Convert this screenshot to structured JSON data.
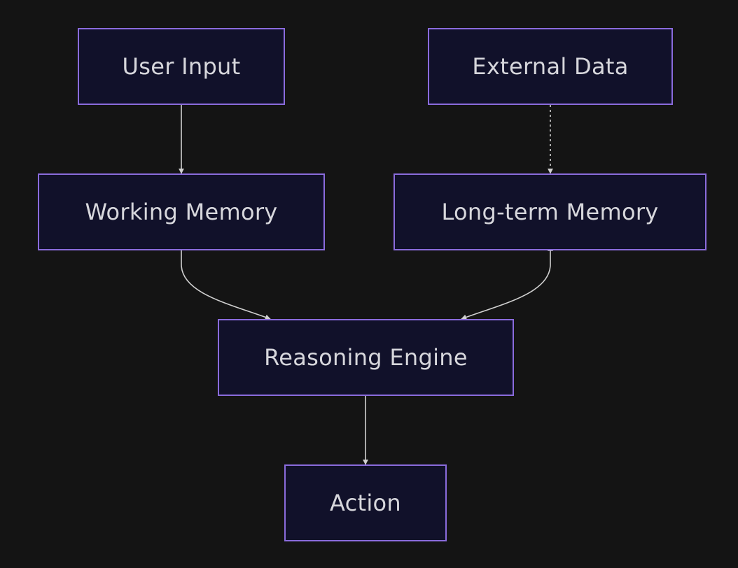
{
  "diagram": {
    "nodes": [
      {
        "id": "user_input",
        "label": "User Input"
      },
      {
        "id": "external_data",
        "label": "External Data"
      },
      {
        "id": "working_memory",
        "label": "Working Memory"
      },
      {
        "id": "longterm_memory",
        "label": "Long-term Memory"
      },
      {
        "id": "reasoning_engine",
        "label": "Reasoning Engine"
      },
      {
        "id": "action",
        "label": "Action"
      }
    ],
    "edges": [
      {
        "from": "user_input",
        "to": "working_memory",
        "style": "solid",
        "direction": "forward"
      },
      {
        "from": "external_data",
        "to": "longterm_memory",
        "style": "dotted",
        "direction": "forward"
      },
      {
        "from": "working_memory",
        "to": "reasoning_engine",
        "style": "solid",
        "direction": "forward"
      },
      {
        "from": "longterm_memory",
        "to": "reasoning_engine",
        "style": "solid",
        "direction": "both"
      },
      {
        "from": "reasoning_engine",
        "to": "action",
        "style": "solid",
        "direction": "forward"
      }
    ],
    "colors": {
      "background": "#141414",
      "node_fill": "#11112a",
      "node_border": "#8a6bdc",
      "text": "#d7d7dc",
      "edge": "#d0d0d0"
    }
  }
}
